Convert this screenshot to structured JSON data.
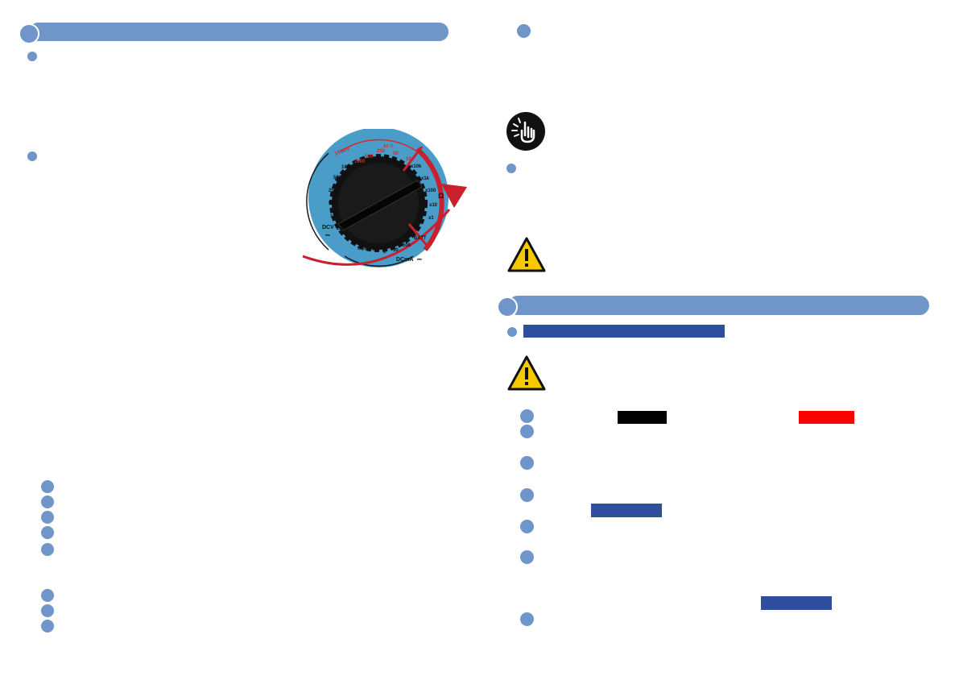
{
  "colors": {
    "section_bar": "#6f95c9",
    "bullet": "#6f95c9",
    "highlight_blue": "#2f4f9e",
    "highlight_black": "#000000",
    "highlight_red": "#ff0000",
    "dial_face": "#4a9dc9",
    "knob": "#111111",
    "arrow": "#c8202c"
  },
  "icons": {
    "tip": "pointing-hand-icon",
    "caution": "warning-triangle-icon"
  },
  "dial": {
    "red_labels": [
      "1000V",
      "500",
      "250",
      "AC V",
      "50",
      "10",
      "1000"
    ],
    "black_left_labels": [
      "1000",
      "500",
      "250",
      "50",
      "10",
      "2.5"
    ],
    "mode_dcv": "DCV",
    "dcv_symbol": "⎓",
    "right_labels": [
      "x10k",
      "x1k",
      "x100",
      "x10",
      "x1"
    ],
    "ohm_symbol": "Ω",
    "batt": "BATT",
    "bottom_labels": [
      "0.25",
      "50μA",
      "0.5",
      "5",
      "50",
      "500"
    ],
    "mode_dcma": "DCmA",
    "dcma_symbol": "⎓",
    "small_left": "1"
  }
}
